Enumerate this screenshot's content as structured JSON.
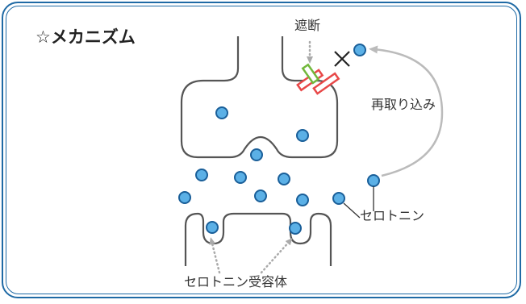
{
  "title": "☆メカニズム",
  "labels": {
    "blocked": "遮断",
    "reuptake": "再取り込み",
    "serotonin": "セロトニン",
    "receptor": "セロトニン受容体"
  },
  "colors": {
    "frame": "#1f6aa5",
    "molecule_fill": "#5bb0e6",
    "molecule_stroke": "#1a5f99",
    "neuron_outline": "#555555",
    "arrow": "#bbbbbb",
    "dotted": "#aaaaaa",
    "blocker_red": "#e84848",
    "blocker_green": "#72b83c"
  }
}
